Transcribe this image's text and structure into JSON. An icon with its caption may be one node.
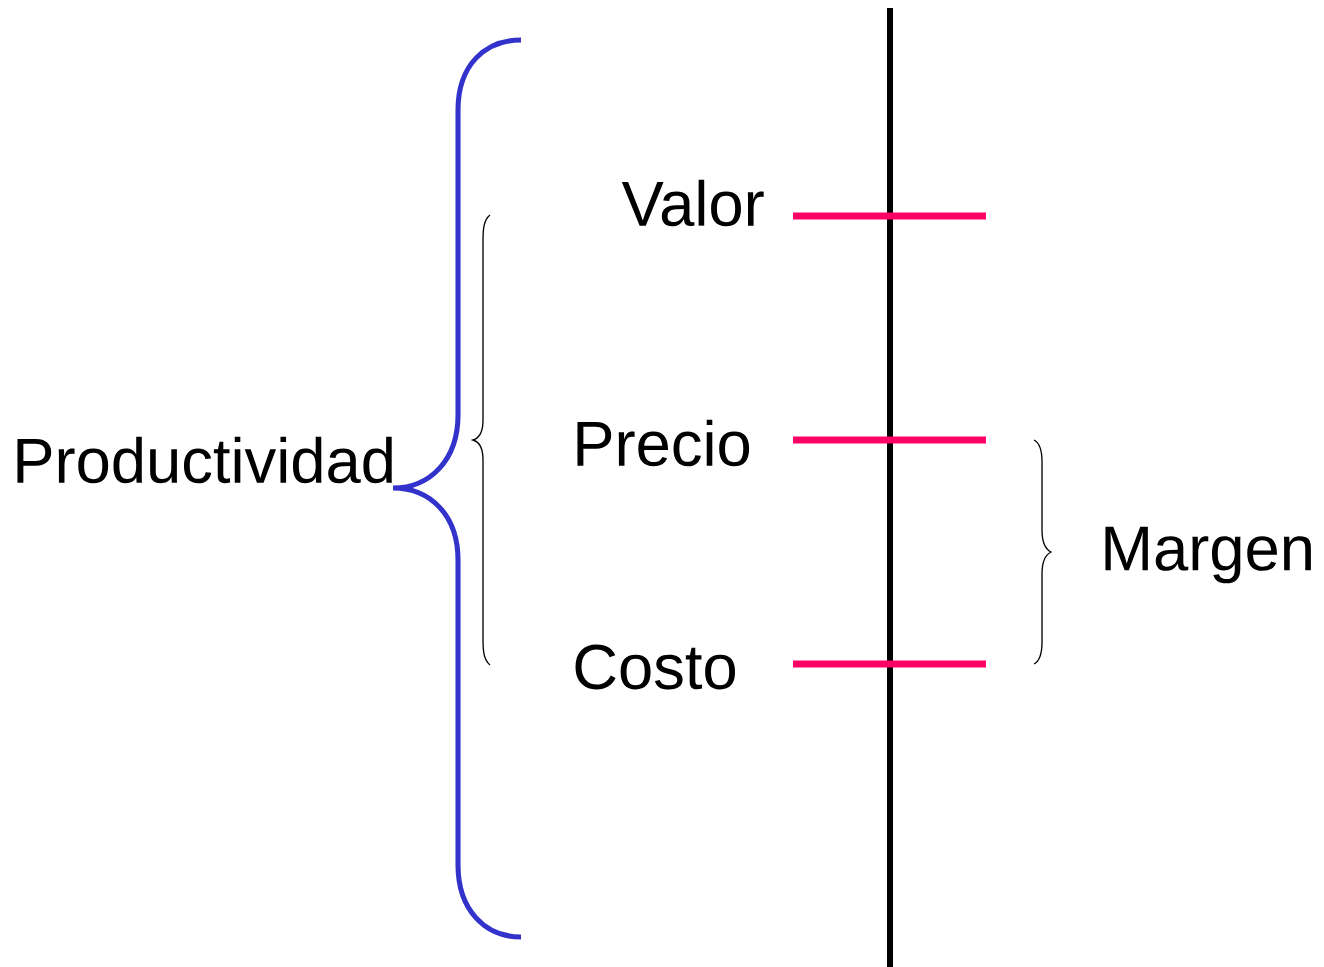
{
  "diagram": {
    "labels": [
      "Valor",
      "Precio",
      "Productividad",
      "Margen",
      "Costo"
    ]
  }
}
